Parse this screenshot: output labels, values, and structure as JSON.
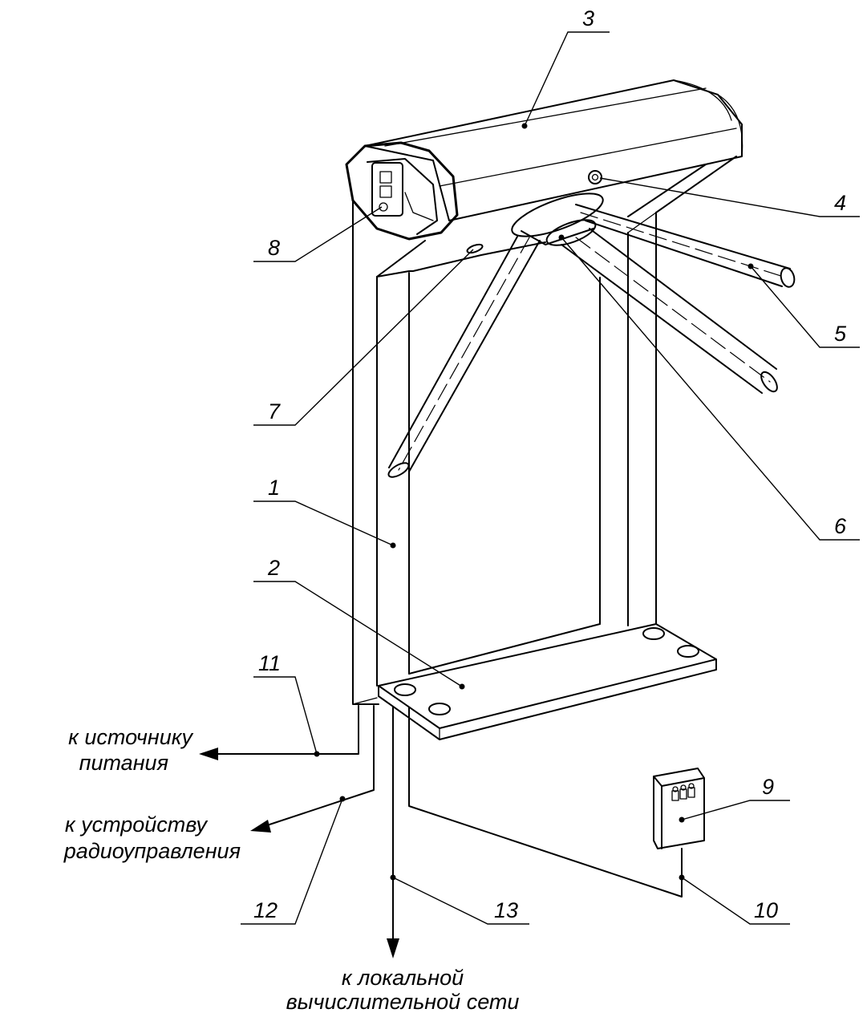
{
  "callouts": [
    "1",
    "2",
    "3",
    "4",
    "5",
    "6",
    "7",
    "8",
    "9",
    "10",
    "11",
    "12",
    "13"
  ],
  "cables": {
    "power": [
      "к источнику",
      "питания"
    ],
    "radio": [
      "к устройству",
      "радиоуправления"
    ],
    "network": [
      "к локальной",
      "вычислительной сети"
    ]
  }
}
